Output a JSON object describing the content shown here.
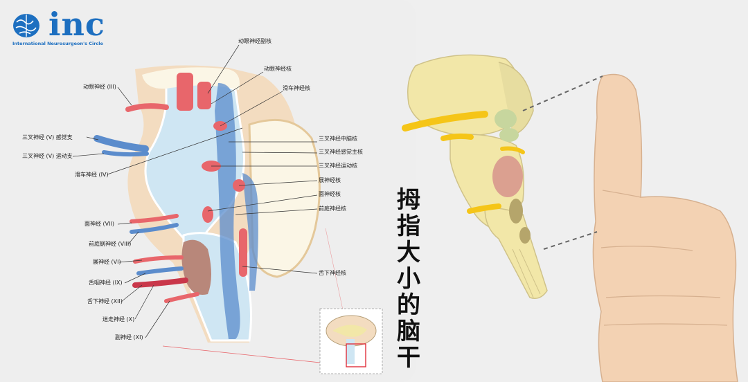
{
  "logo": {
    "word": "inc",
    "subtitle": "International  Neurosurgeon's  Circle",
    "icon": "brain-icon"
  },
  "labels_right": [
    "动眼神经副核",
    "动眼神经核",
    "滑车神经核",
    "三叉神经中脑核",
    "三叉神经感觉主核",
    "三叉神经运动核",
    "展神经核",
    "面神经核",
    "前庭神经核",
    "舌下神经核"
  ],
  "labels_left": [
    "动眼神经 (III)",
    "三叉神经 (V) 感觉支",
    "三叉神经 (V) 运动支",
    "滑车神经 (IV)",
    "面神经 (VII)",
    "前庭蜗神经 (VIII)",
    "展神经 (VI)",
    "舌咽神经 (IX)",
    "舌下神经 (XII)",
    "迷走神经 (X)",
    "副神经 (XI)"
  ],
  "title_chars": [
    "拇",
    "指",
    "大",
    "小",
    "的",
    "脑",
    "干"
  ],
  "colors": {
    "nerve_red": "#e8666b",
    "nerve_blue": "#5b8ccc",
    "tissue_beige": "#f3dcc0",
    "brainstem_yellow": "#f2e7a8",
    "thumb": "#f3d2b3"
  }
}
